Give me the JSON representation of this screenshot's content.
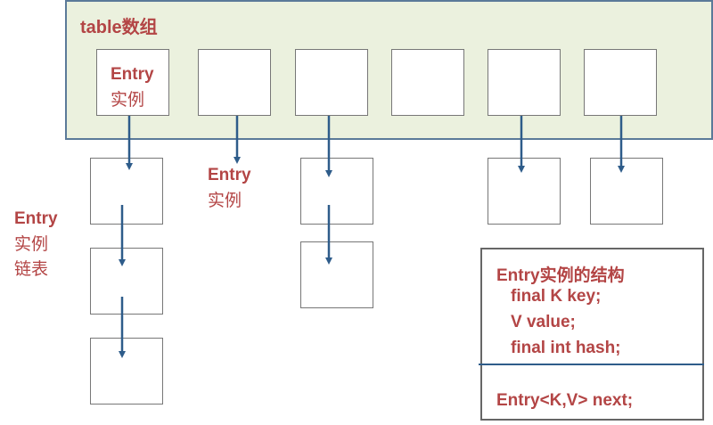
{
  "table_label": "table数组",
  "slot1_label": {
    "line1": "Entry",
    "line2": "实例"
  },
  "slot2_label": {
    "line1": "Entry",
    "line2": "实例"
  },
  "chain_label": {
    "line1": "Entry",
    "line2": "实例",
    "line3": "链表"
  },
  "struct": {
    "title": "Entry实例的结构",
    "field1": "final K key;",
    "field2": "V value;",
    "field3": "final int hash;",
    "next": "Entry<K,V> next;"
  },
  "colors": {
    "label": "#b34545",
    "arrow": "#2e5c8a",
    "panel_bg": "#ebf1de"
  }
}
